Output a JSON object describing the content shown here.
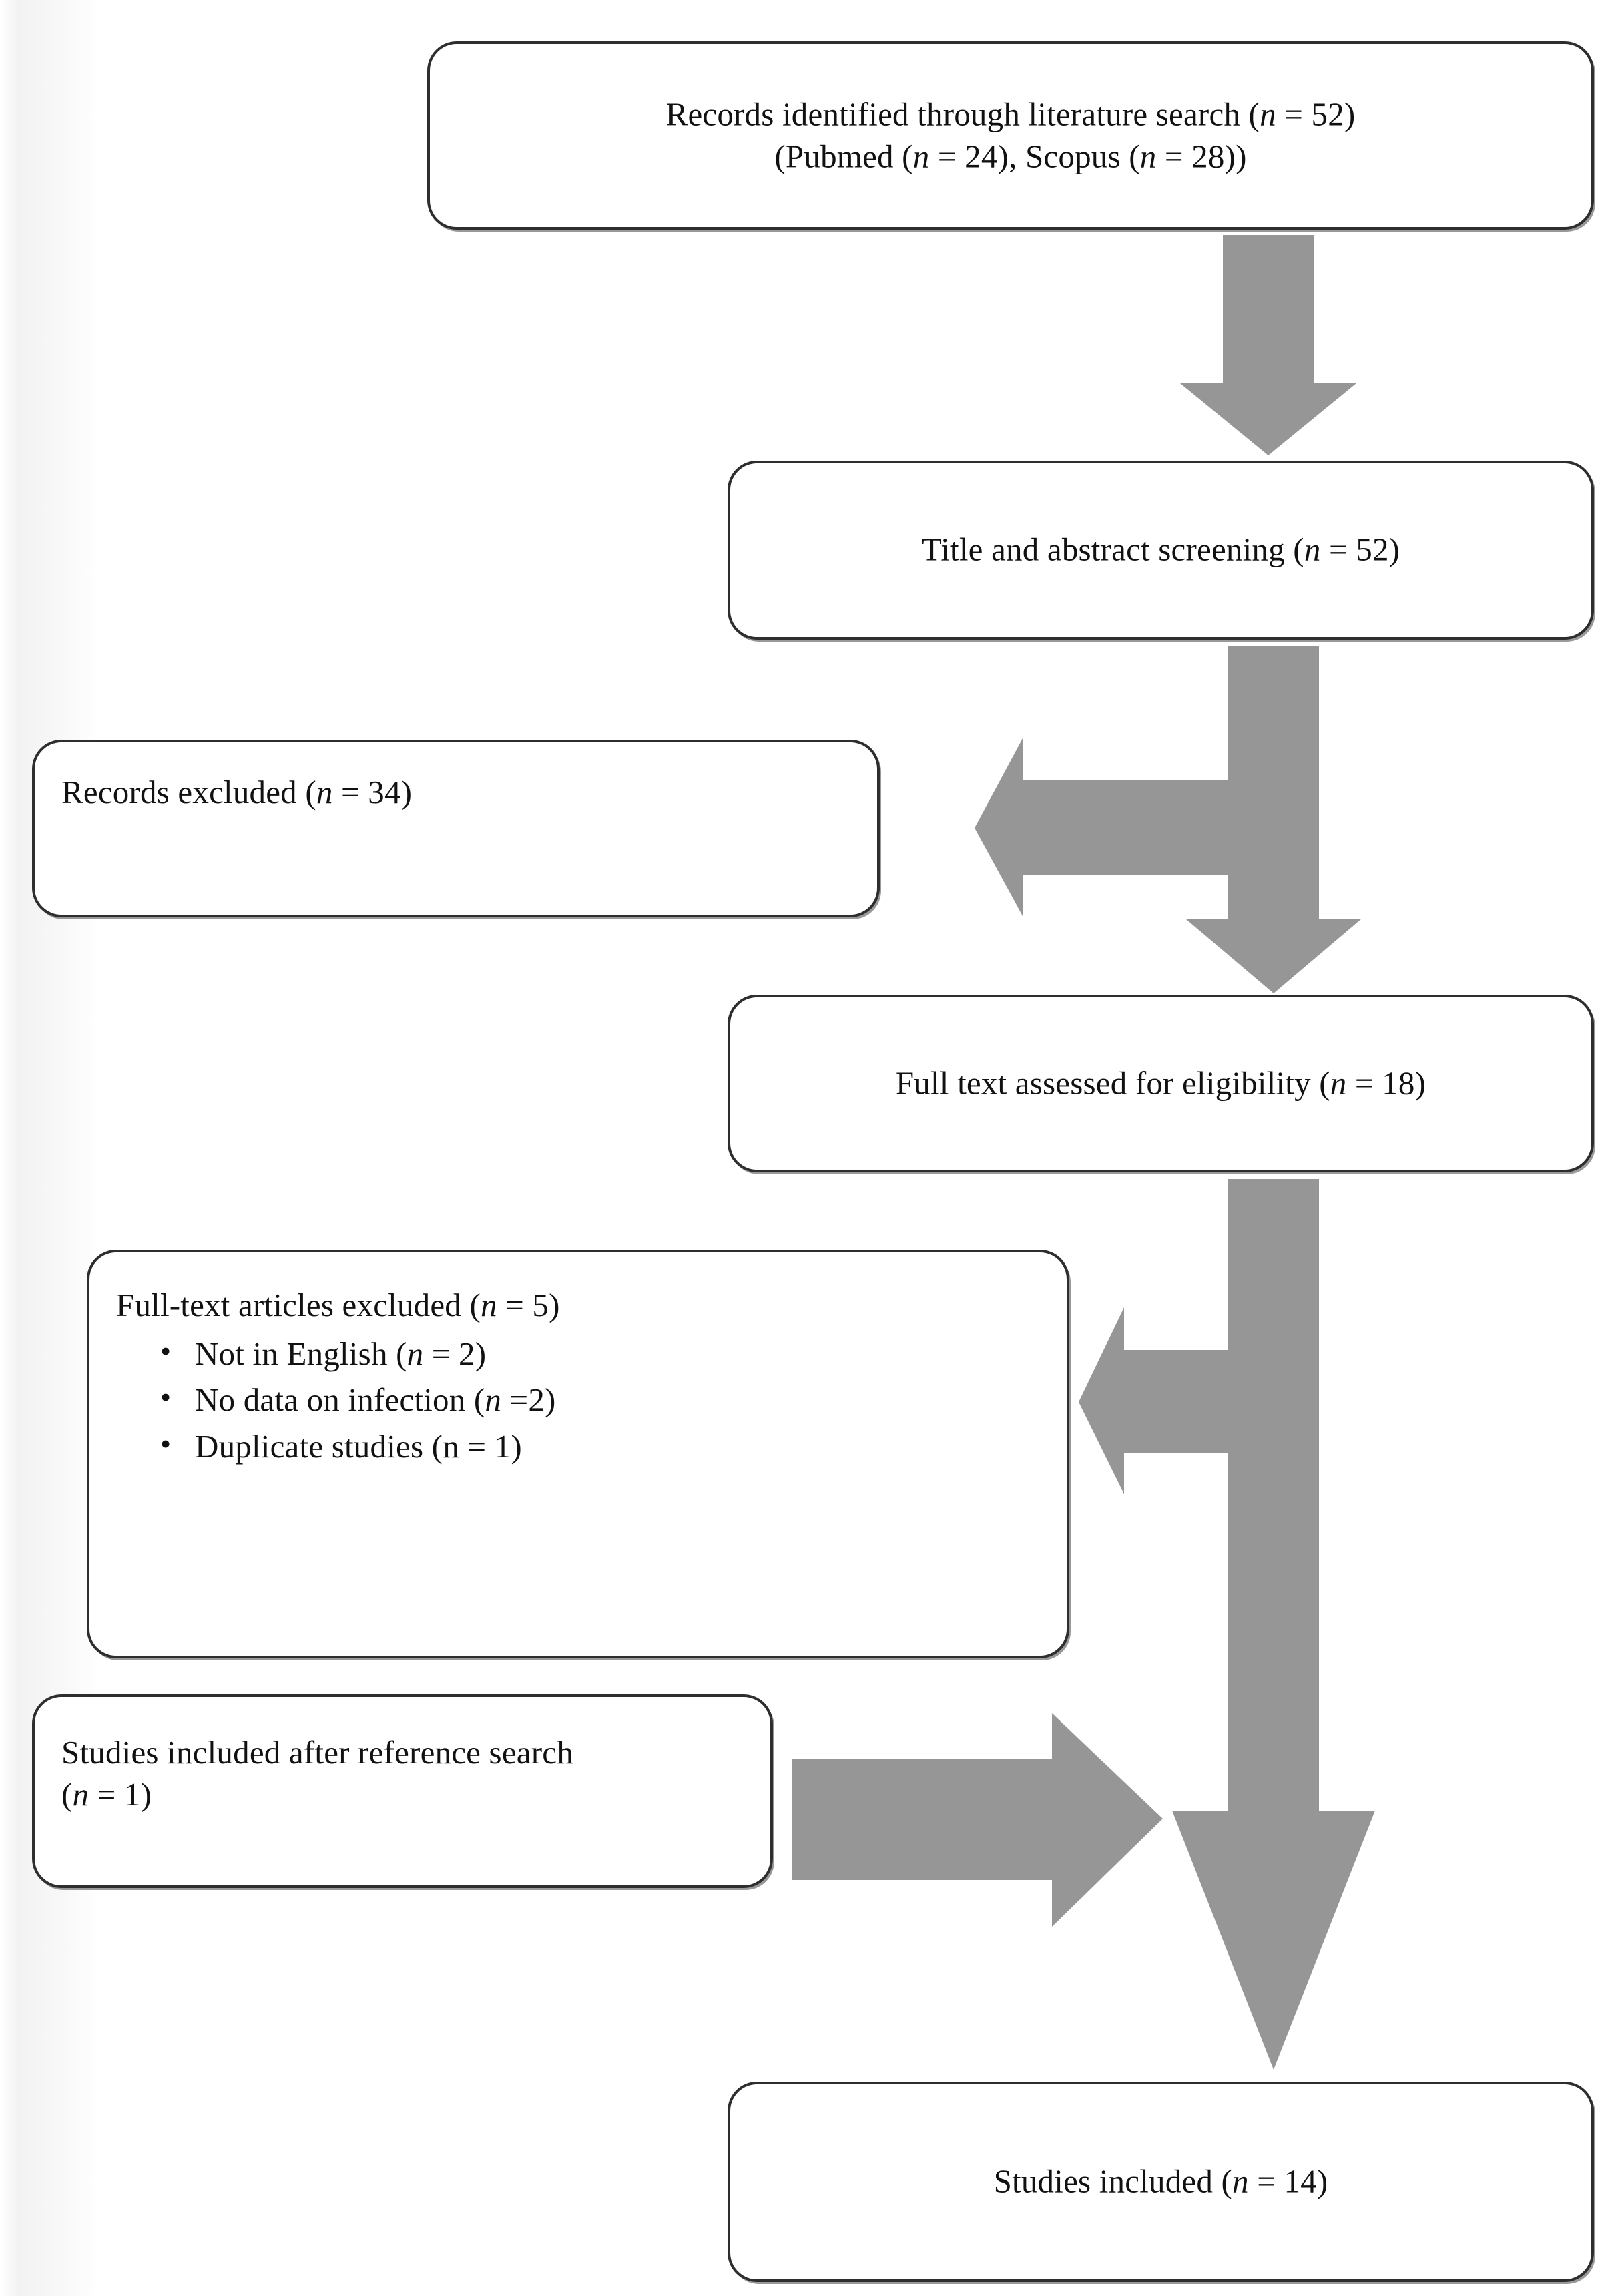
{
  "diagram": {
    "title": "PRISMA study selection flow diagram",
    "arrow_color": "#969696",
    "box_border_color": "#2e2e2e",
    "nodes": {
      "identified": {
        "name": "records-identified",
        "line1_pre": "Records identified through literature search (",
        "line1_ital": "n",
        "line1_post": " = 52)",
        "line2_pre": "(Pubmed (",
        "line2_ital_a": "n",
        "line2_mid": " = 24), Scopus (",
        "line2_ital_b": "n",
        "line2_post": " = 28))"
      },
      "screening": {
        "name": "title-abstract-screening",
        "pre": "Title and abstract screening (",
        "ital": "n",
        "post": " = 52)"
      },
      "records_excluded": {
        "name": "records-excluded",
        "pre": "Records excluded (",
        "ital": "n",
        "post": " = 34)"
      },
      "eligibility": {
        "name": "full-text-assessed",
        "pre": "Full text assessed for eligibility (",
        "ital": "n",
        "post": " = 18)"
      },
      "fulltext_excluded": {
        "name": "full-text-articles-excluded",
        "heading_pre": "Full-text articles excluded (",
        "heading_ital": "n",
        "heading_post": " = 5)",
        "reasons": [
          {
            "pre": "Not in English (",
            "ital": "n",
            "post": " = 2)"
          },
          {
            "pre": "No data on infection (",
            "ital": "n",
            "post": " =2)"
          },
          {
            "pre": "Duplicate studies (n",
            "ital": "",
            "post": " = 1)"
          }
        ]
      },
      "reference_search": {
        "name": "studies-included-after-reference-search",
        "line1": "Studies included after reference search",
        "line2_pre": "(",
        "line2_ital": "n",
        "line2_post": " = 1)"
      },
      "included": {
        "name": "studies-included",
        "pre": "Studies included (",
        "ital": "n",
        "post": " = 14)"
      }
    },
    "arrows": [
      {
        "name": "arrow-identified-to-screening",
        "direction": "down"
      },
      {
        "name": "arrow-screening-to-eligibility-with-exclusion-branch",
        "direction": "down-left"
      },
      {
        "name": "arrow-eligibility-to-included-with-exclusion-branch",
        "direction": "down-left"
      },
      {
        "name": "arrow-reference-search-to-included",
        "direction": "right"
      }
    ]
  }
}
